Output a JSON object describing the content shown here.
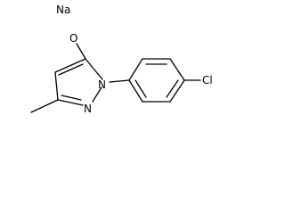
{
  "atoms": {
    "sodium": "Na",
    "oxygen": "O",
    "nitrogen_1": "N",
    "nitrogen_2": "N",
    "chlorine": "Cl"
  },
  "colors": {
    "bond": "#000000",
    "atom_label": "#000000",
    "background": "#ffffff"
  }
}
